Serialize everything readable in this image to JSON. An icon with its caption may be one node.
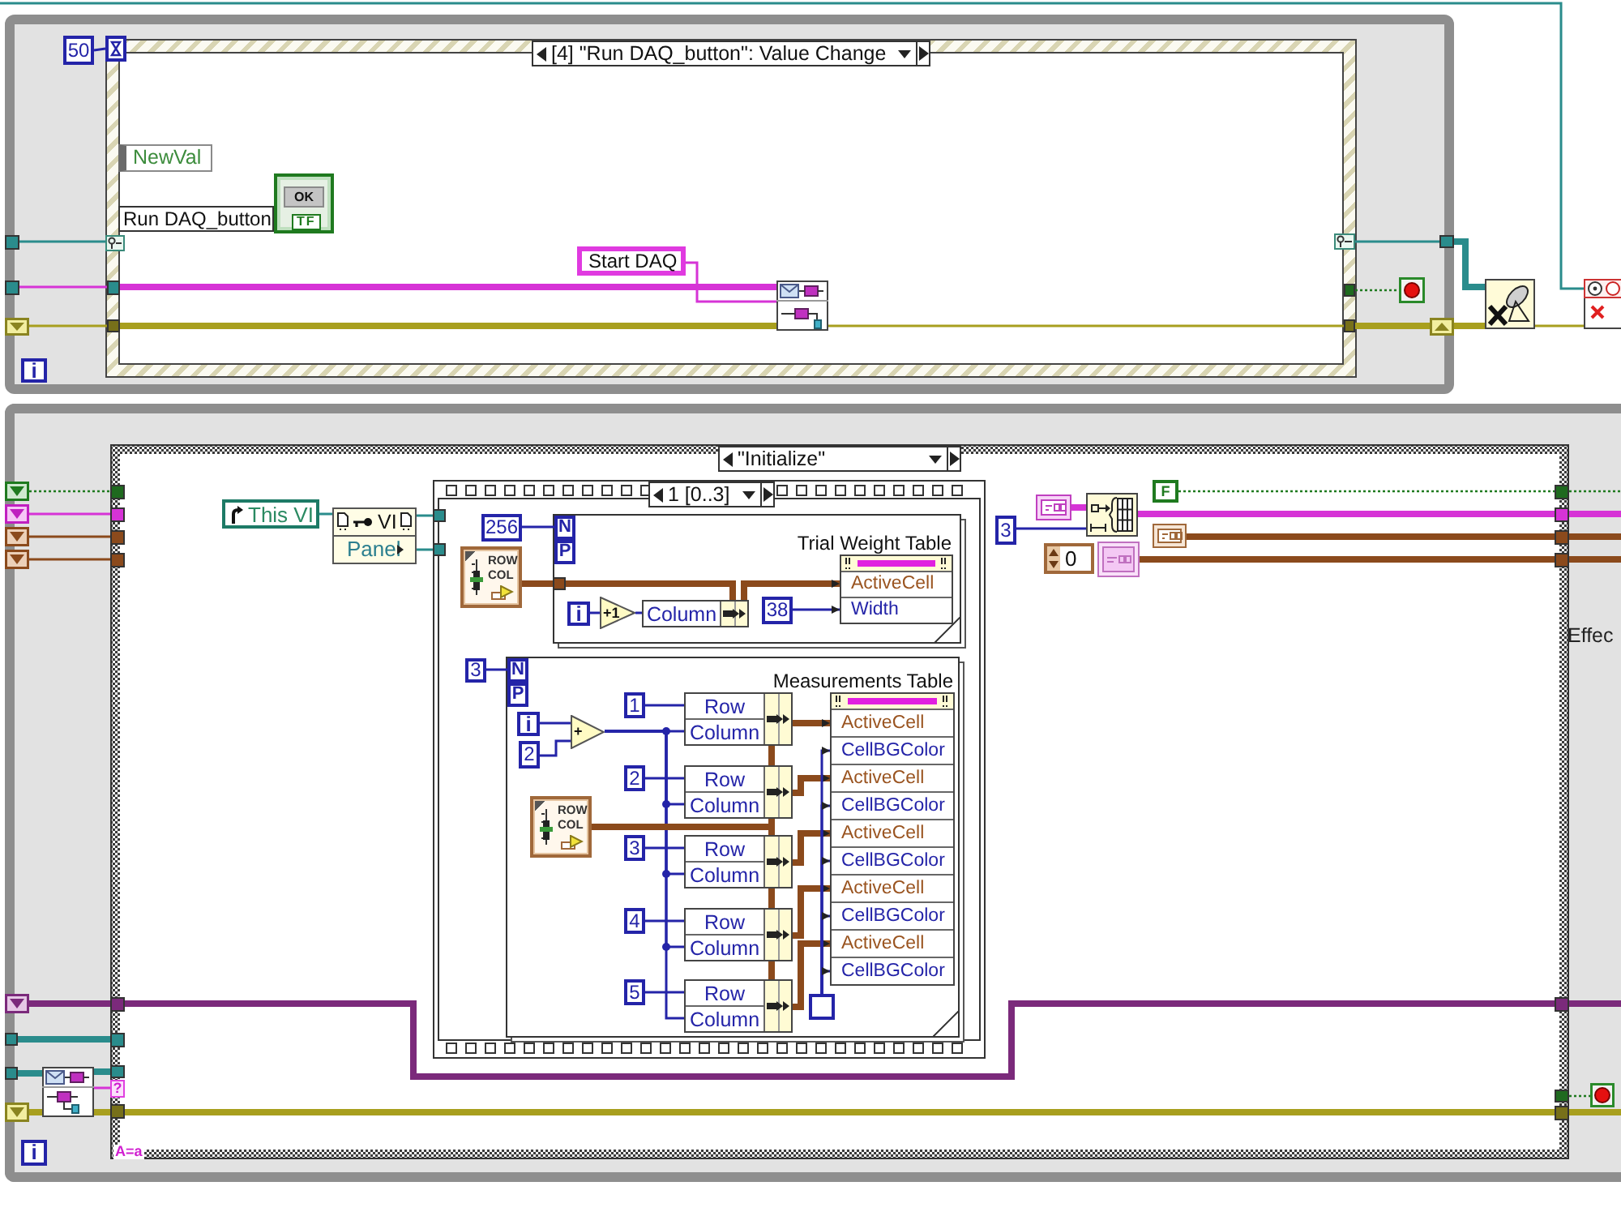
{
  "diagram": {
    "nodes": [
      {
        "text": [],
        "shape": "box"
      },
      {
        "text": [
          "50"
        ],
        "in": 0
      },
      {
        "text": [],
        "shape": "picture",
        "in": 3
      },
      {
        "text": [
          "[4] \"Run DAQ_button\": Value Change"
        ],
        "in": 0
      },
      {
        "text": [
          "NewVal"
        ],
        "in": 3
      },
      {
        "text": [
          "Run DAQ_button"
        ],
        "in": 3
      },
      {
        "text": [
          "OK",
          "TF"
        ],
        "in": 3
      },
      {
        "text": [
          "Start DAQ"
        ],
        "in": 3
      },
      {
        "text": [],
        "shape": "picture",
        "in": 3
      },
      {
        "text": [],
        "shape": "picture",
        "in": 0
      },
      {
        "text": [
          "i"
        ],
        "in": 0
      },
      {
        "text": [],
        "shape": "picture"
      },
      {
        "text": [],
        "shape": "picture"
      },
      {
        "text": [],
        "shape": "box"
      },
      {
        "text": [
          "\"Initialize\""
        ],
        "in": 13
      },
      {
        "text": [
          "This VI"
        ],
        "in": 14
      },
      {
        "text": [
          "VI",
          "Panel"
        ],
        "in": 14
      },
      {
        "text": [
          "1 [0..3]"
        ],
        "in": 14
      },
      {
        "text": [],
        "shape": "box",
        "in": 17
      },
      {
        "text": [
          "256"
        ],
        "in": 17
      },
      {
        "text": [
          "ROW",
          "COL"
        ],
        "in": 17
      },
      {
        "text": [
          "Trial Weight Table",
          "ActiveCell",
          "Width"
        ],
        "in": 18
      },
      {
        "text": [
          "i"
        ],
        "in": 18
      },
      {
        "text": [
          "+1"
        ],
        "in": 18
      },
      {
        "text": [
          "Column"
        ],
        "in": 18
      },
      {
        "text": [
          "38"
        ],
        "in": 18
      },
      {
        "text": [],
        "shape": "box",
        "in": 17
      },
      {
        "text": [
          "3"
        ],
        "in": 17
      },
      {
        "text": [
          "ROW",
          "COL"
        ],
        "in": 26
      },
      {
        "text": [
          "i"
        ],
        "in": 26
      },
      {
        "text": [
          "2"
        ],
        "in": 26
      },
      {
        "text": [
          "+"
        ],
        "in": 26
      },
      {
        "text": [
          "1"
        ],
        "in": 26
      },
      {
        "text": [
          "2"
        ],
        "in": 26
      },
      {
        "text": [
          "3"
        ],
        "in": 26
      },
      {
        "text": [
          "4"
        ],
        "in": 26
      },
      {
        "text": [
          "5"
        ],
        "in": 26
      },
      {
        "text": [
          "Row",
          "Column"
        ],
        "in": 26
      },
      {
        "text": [
          "Row",
          "Column"
        ],
        "in": 26
      },
      {
        "text": [
          "Row",
          "Column"
        ],
        "in": 26
      },
      {
        "text": [
          "Row",
          "Column"
        ],
        "in": 26
      },
      {
        "text": [
          "Row",
          "Column"
        ],
        "in": 26
      },
      {
        "text": [
          "Measurements Table",
          "ActiveCell",
          "CellBGColor",
          "ActiveCell",
          "CellBGColor",
          "ActiveCell",
          "CellBGColor",
          "ActiveCell",
          "CellBGColor",
          "ActiveCell",
          "CellBGColor"
        ],
        "in": 26
      },
      {
        "text": [],
        "shape": "box",
        "in": 26
      },
      {
        "text": [],
        "shape": "picture",
        "in": 14
      },
      {
        "text": [
          "3"
        ],
        "in": 14
      },
      {
        "text": [],
        "shape": "picture",
        "in": 14
      },
      {
        "text": [
          "F"
        ],
        "in": 14
      },
      {
        "text": [],
        "shape": "picture",
        "in": 14
      },
      {
        "text": [
          "0"
        ],
        "in": 14
      },
      {
        "text": [],
        "shape": "picture",
        "in": 14
      },
      {
        "text": [
          "i"
        ],
        "in": 13
      },
      {
        "text": [],
        "shape": "picture",
        "in": 13
      },
      {
        "text": [],
        "shape": "picture",
        "in": 13
      },
      {
        "text": [
          "N",
          "P"
        ],
        "in": 18
      },
      {
        "text": [
          "N",
          "P"
        ],
        "in": 26
      },
      {
        "text": [],
        "shape": "box",
        "in": 0
      },
      {
        "text": [],
        "shape": "box",
        "in": 0
      },
      {
        "text": [],
        "shape": "picture",
        "in": 0
      },
      {
        "text": [],
        "shape": "picture",
        "in": 0
      },
      {
        "text": [],
        "shape": "box",
        "in": 0
      },
      {
        "text": [],
        "shape": "picture",
        "in": 3
      },
      {
        "text": [],
        "shape": "picture",
        "in": 3
      },
      {
        "text": [],
        "shape": "box",
        "in": 3
      },
      {
        "text": [],
        "shape": "box",
        "in": 3
      },
      {
        "text": [],
        "shape": "box",
        "in": 3
      },
      {
        "text": [],
        "shape": "box",
        "in": 3
      },
      {
        "text": [],
        "shape": "picture",
        "in": 13
      },
      {
        "text": [],
        "shape": "picture",
        "in": 13
      },
      {
        "text": [],
        "shape": "picture",
        "in": 13
      },
      {
        "text": [],
        "shape": "picture",
        "in": 13
      },
      {
        "text": [],
        "shape": "picture",
        "in": 13
      },
      {
        "text": [],
        "shape": "picture",
        "in": 13
      },
      {
        "text": [],
        "shape": "box",
        "in": 13
      },
      {
        "text": [],
        "shape": "box",
        "in": 13
      },
      {
        "text": [],
        "shape": "box",
        "in": 14
      },
      {
        "text": [],
        "shape": "box",
        "in": 14
      },
      {
        "text": [],
        "shape": "box",
        "in": 14
      },
      {
        "text": [],
        "shape": "box",
        "in": 14
      },
      {
        "text": [],
        "shape": "box",
        "in": 14
      },
      {
        "text": [],
        "shape": "box",
        "in": 14
      },
      {
        "text": [],
        "shape": "box",
        "in": 14
      },
      {
        "text": [],
        "shape": "box",
        "in": 14
      },
      {
        "text": [],
        "shape": "box",
        "in": 14
      },
      {
        "text": [],
        "shape": "box",
        "in": 14
      },
      {
        "text": [],
        "shape": "box",
        "in": 14
      },
      {
        "text": [],
        "shape": "box",
        "in": 14
      },
      {
        "text": [],
        "shape": "box",
        "in": 14
      },
      {
        "text": [],
        "shape": "box",
        "in": 14
      },
      {
        "text": [],
        "shape": "box",
        "in": 14
      },
      {
        "text": [],
        "shape": "box",
        "in": 17
      },
      {
        "text": [],
        "shape": "box",
        "in": 17
      },
      {
        "text": [],
        "shape": "box",
        "in": 18
      },
      {
        "text": [
          "?"
        ],
        "in": 14
      }
    ],
    "edges": [
      {
        "from": 1,
        "to": 2,
        "arrow": "none"
      },
      {
        "from": 56,
        "to": 61,
        "arrow": "none",
        "color": "#2a8c8c"
      },
      {
        "from": 57,
        "to": 63,
        "arrow": "none",
        "color": "#d633d6"
      },
      {
        "from": 7,
        "to": 8,
        "arrow": "none",
        "color": "#d633d6"
      },
      {
        "from": 58,
        "to": 64,
        "arrow": "none",
        "color": "#a89f1e"
      },
      {
        "from": 8,
        "to": 66,
        "arrow": "none",
        "color": "#a89f1e"
      },
      {
        "from": 62,
        "to": 60,
        "arrow": "none",
        "color": "#2a8c8c"
      },
      {
        "from": 65,
        "to": 9,
        "arrow": "none",
        "style": "dashed",
        "color": "#1f7a1f"
      },
      {
        "from": 11,
        "to": 12,
        "arrow": "none",
        "color": "#a89f1e"
      },
      {
        "from": null,
        "to": 12,
        "arrow": "none",
        "color": "#2a8c8c"
      },
      {
        "from": 67,
        "to": 75,
        "arrow": "none",
        "style": "dashed",
        "color": "#1f7a1f"
      },
      {
        "from": 68,
        "to": 76,
        "arrow": "none",
        "color": "#d633d6"
      },
      {
        "from": 69,
        "to": 77,
        "arrow": "none",
        "color": "#8b4a1c"
      },
      {
        "from": 70,
        "to": 78,
        "arrow": "none",
        "color": "#8b4a1c"
      },
      {
        "from": 71,
        "to": 79,
        "arrow": "none",
        "style": "thick",
        "color": "#7b2a7b"
      },
      {
        "from": 73,
        "to": 80,
        "arrow": "none",
        "style": "thick",
        "color": "#2a8c8c"
      },
      {
        "from": 74,
        "to": 52,
        "arrow": "none",
        "style": "thick",
        "color": "#2a8c8c"
      },
      {
        "from": 72,
        "to": 52,
        "arrow": "none",
        "style": "thick",
        "color": "#a89f1e"
      },
      {
        "from": 52,
        "to": 93,
        "arrow": "none",
        "color": "#d633d6"
      },
      {
        "from": 52,
        "to": 82,
        "arrow": "none",
        "style": "thick",
        "color": "#a89f1e"
      },
      {
        "from": 15,
        "to": 16,
        "arrow": "none",
        "color": "#2a8c8c"
      },
      {
        "from": 16,
        "to": 90,
        "arrow": "none",
        "color": "#2a8c8c"
      },
      {
        "from": 16,
        "to": 91,
        "arrow": "none",
        "color": "#2a8c8c"
      },
      {
        "from": 44,
        "to": 46,
        "arrow": "none",
        "style": "thick",
        "color": "#d633d6"
      },
      {
        "from": 45,
        "to": 46,
        "arrow": "none"
      },
      {
        "from": 46,
        "to": 84,
        "arrow": "none",
        "style": "thick",
        "color": "#d633d6"
      },
      {
        "from": 47,
        "to": 83,
        "arrow": "none",
        "style": "dashed",
        "color": "#1f7a1f"
      },
      {
        "from": 48,
        "to": 85,
        "arrow": "none",
        "style": "thick",
        "color": "#8b4a1c"
      },
      {
        "from": 50,
        "to": 86,
        "arrow": "none",
        "style": "thick",
        "color": "#8b4a1c"
      },
      {
        "from": 79,
        "to": 87,
        "arrow": "none",
        "style": "thick",
        "color": "#7b2a7b"
      },
      {
        "from": 82,
        "to": 89,
        "arrow": "none",
        "style": "thick",
        "color": "#a89f1e"
      },
      {
        "from": 88,
        "to": 53,
        "arrow": "none",
        "style": "dashed",
        "color": "#1f7a1f"
      },
      {
        "from": 19,
        "to": 54,
        "arrow": "none"
      },
      {
        "from": 20,
        "to": 92,
        "arrow": "none",
        "style": "thick",
        "color": "#8b4a1c"
      },
      {
        "from": 24,
        "to": 21,
        "arrow": "to",
        "style": "thick",
        "color": "#8b4a1c"
      },
      {
        "from": 22,
        "to": 23,
        "arrow": "none"
      },
      {
        "from": 23,
        "to": 24,
        "arrow": "none"
      },
      {
        "from": 25,
        "to": 21,
        "arrow": "to"
      },
      {
        "from": 27,
        "to": 55,
        "arrow": "none"
      },
      {
        "from": 29,
        "to": 31,
        "arrow": "none"
      },
      {
        "from": 30,
        "to": 31,
        "arrow": "none"
      },
      {
        "from": 31,
        "to": 37,
        "arrow": "none"
      },
      {
        "from": 31,
        "to": 38,
        "arrow": "none"
      },
      {
        "from": 31,
        "to": 39,
        "arrow": "none"
      },
      {
        "from": 31,
        "to": 40,
        "arrow": "none"
      },
      {
        "from": 31,
        "to": 41,
        "arrow": "none"
      },
      {
        "from": 32,
        "to": 37,
        "arrow": "none"
      },
      {
        "from": 33,
        "to": 38,
        "arrow": "none"
      },
      {
        "from": 34,
        "to": 39,
        "arrow": "none"
      },
      {
        "from": 35,
        "to": 40,
        "arrow": "none"
      },
      {
        "from": 36,
        "to": 41,
        "arrow": "none"
      },
      {
        "from": 28,
        "to": 38,
        "arrow": "none",
        "style": "thick",
        "color": "#8b4a1c"
      },
      {
        "from": 28,
        "to": 39,
        "arrow": "none",
        "style": "thick",
        "color": "#8b4a1c"
      },
      {
        "from": 37,
        "to": 38,
        "arrow": "none",
        "style": "thick",
        "color": "#8b4a1c"
      },
      {
        "from": 39,
        "to": 40,
        "arrow": "none",
        "style": "thick",
        "color": "#8b4a1c"
      },
      {
        "from": 40,
        "to": 41,
        "arrow": "none",
        "style": "thick",
        "color": "#8b4a1c"
      },
      {
        "from": 37,
        "to": 42,
        "arrow": "to",
        "style": "thick",
        "color": "#8b4a1c"
      },
      {
        "from": 38,
        "to": 42,
        "arrow": "to",
        "style": "thick",
        "color": "#8b4a1c"
      },
      {
        "from": 39,
        "to": 42,
        "arrow": "to",
        "style": "thick",
        "color": "#8b4a1c"
      },
      {
        "from": 40,
        "to": 42,
        "arrow": "to",
        "style": "thick",
        "color": "#8b4a1c"
      },
      {
        "from": 41,
        "to": 42,
        "arrow": "to",
        "style": "thick",
        "color": "#8b4a1c"
      },
      {
        "from": 43,
        "to": 42,
        "arrow": "to"
      },
      {
        "from": 43,
        "to": 42,
        "arrow": "to"
      },
      {
        "from": 43,
        "to": 42,
        "arrow": "to"
      },
      {
        "from": 43,
        "to": 42,
        "arrow": "to"
      },
      {
        "from": 43,
        "to": 42,
        "arrow": "to"
      },
      {
        "from": 52,
        "to": 81,
        "arrow": "none",
        "style": "thick",
        "color": "#2a8c8c"
      },
      {
        "from": 59,
        "to": 11,
        "arrow": "none",
        "style": "thick",
        "color": "#a89f1e"
      },
      {
        "from": 63,
        "to": 8,
        "arrow": "none",
        "style": "thick",
        "color": "#d633d6"
      },
      {
        "from": 64,
        "to": 8,
        "arrow": "none",
        "style": "thick",
        "color": "#a89f1e"
      },
      {
        "from": 66,
        "to": 59,
        "arrow": "none",
        "style": "thick",
        "color": "#a89f1e"
      },
      {
        "from": 60,
        "to": 11,
        "arrow": "none",
        "style": "thick",
        "color": "#2a8c8c"
      },
      {
        "from": 84,
        "to": null,
        "arrow": "none",
        "style": "thick",
        "color": "#d633d6"
      },
      {
        "from": 83,
        "to": null,
        "arrow": "none",
        "style": "dashed",
        "color": "#1f7a1f"
      },
      {
        "from": 85,
        "to": null,
        "arrow": "none",
        "style": "thick",
        "color": "#8b4a1c"
      },
      {
        "from": 86,
        "to": null,
        "arrow": "none",
        "style": "thick",
        "color": "#8b4a1c"
      },
      {
        "from": 87,
        "to": null,
        "arrow": "none",
        "style": "thick",
        "color": "#7b2a7b"
      },
      {
        "from": 89,
        "to": null,
        "arrow": "none",
        "style": "thick",
        "color": "#a89f1e"
      },
      {
        "from": 92,
        "to": 24,
        "arrow": "none",
        "style": "thick",
        "color": "#8b4a1c"
      }
    ],
    "labels": [
      "Effec",
      "A=a"
    ]
  }
}
